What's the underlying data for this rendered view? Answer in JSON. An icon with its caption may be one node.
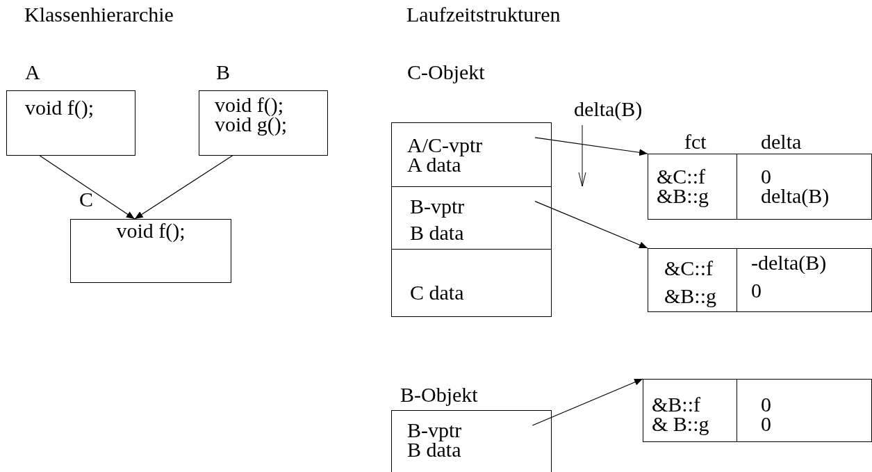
{
  "diagram": {
    "nodes": [
      {
        "text": [
          "A",
          "void f();"
        ]
      },
      {
        "text": [
          "B",
          "void f();",
          "void g();"
        ]
      },
      {
        "text": [
          "C",
          "void f();"
        ]
      },
      {
        "text": [
          "C-Objekt"
        ]
      },
      {
        "text": [
          "A/C-vptr",
          "A data"
        ],
        "in": 3
      },
      {
        "text": [
          "B-vptr",
          "B data"
        ],
        "in": 3
      },
      {
        "text": [
          "C data"
        ],
        "in": 3
      },
      {
        "text": [],
        "shape": "box"
      },
      {
        "text": [
          "&C::f",
          "&B::g"
        ],
        "in": 7,
        "beside": [
          "fct"
        ]
      },
      {
        "text": [
          "0",
          "delta(B)"
        ],
        "in": 7,
        "beside": [
          "delta"
        ]
      },
      {
        "text": [],
        "shape": "box"
      },
      {
        "text": [
          "&C::f",
          "&B::g"
        ],
        "in": 10
      },
      {
        "text": [
          "-delta(B)",
          "0"
        ],
        "in": 10
      },
      {
        "text": [
          "B-Objekt",
          "B-vptr",
          "B data"
        ]
      },
      {
        "text": [],
        "shape": "box"
      },
      {
        "text": [
          "&B::f",
          "& B::g"
        ],
        "in": 14
      },
      {
        "text": [
          "0",
          "0"
        ],
        "in": 14
      }
    ],
    "edges": [
      {
        "from": 0,
        "to": 2,
        "arrow": "to"
      },
      {
        "from": 1,
        "to": 2,
        "arrow": "to"
      },
      {
        "from": 4,
        "to": 7,
        "arrow": "to"
      },
      {
        "from": 5,
        "to": 10,
        "arrow": "to"
      },
      {
        "from": 13,
        "to": 14,
        "arrow": "to"
      }
    ],
    "labels": [
      "Klassenhierarchie",
      "Laufzeitstrukturen",
      "delta(B)"
    ]
  }
}
